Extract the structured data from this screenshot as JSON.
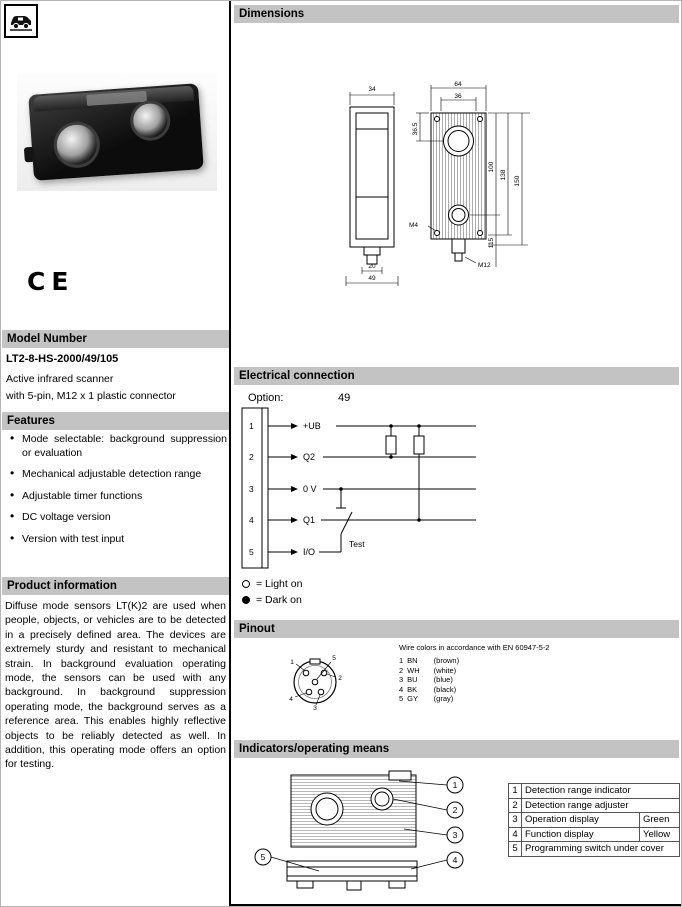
{
  "sidebar": {
    "ce_mark": "CE",
    "model_number": {
      "header": "Model Number",
      "value": "LT2-8-HS-2000/49/105",
      "line1": "Active infrared scanner",
      "line2": "with 5-pin, M12 x 1 plastic connector"
    },
    "features": {
      "header": "Features",
      "items": [
        "Mode selectable: background suppression or evaluation",
        "Mechanical adjustable detection range",
        "Adjustable timer functions",
        "DC voltage version",
        "Version with test input"
      ]
    },
    "product_information": {
      "header": "Product information",
      "text": "Diffuse mode sensors LT(K)2 are used when people, objects, or vehicles are to be detected in a precisely defined area. The devices are extremely sturdy and resistant to mechanical strain. In background evaluation operating mode, the sensors can be used with any background. In background suppression operating mode, the background serves as a reference area. This enables highly reflective objects to be reliably detected as well. In addition, this operating mode offers an option for testing."
    }
  },
  "dimensions": {
    "header": "Dimensions",
    "labels": {
      "side_width": "34",
      "foot_width": "20",
      "base_width": "49",
      "front_width": "64",
      "lens_span": "36",
      "lens_offset": "36.5",
      "h100": "100",
      "h138": "138",
      "h150": "150",
      "h115": "115",
      "m4": "M4",
      "m12": "M12"
    }
  },
  "electrical": {
    "header": "Electrical connection",
    "option_label": "Option:",
    "option_value": "49",
    "pins": [
      {
        "num": "1",
        "label": "+UB"
      },
      {
        "num": "2",
        "label": "Q2"
      },
      {
        "num": "3",
        "label": "0 V"
      },
      {
        "num": "4",
        "label": "Q1"
      },
      {
        "num": "5",
        "label": "I/O"
      }
    ],
    "test_label": "Test",
    "legend": {
      "light_on": "= Light on",
      "dark_on": "= Dark on"
    }
  },
  "pinout": {
    "header": "Pinout",
    "note": "Wire colors in accordance with EN 60947-5-2",
    "wires": [
      {
        "pin": "1",
        "code": "BN",
        "color": "(brown)"
      },
      {
        "pin": "2",
        "code": "WH",
        "color": "(white)"
      },
      {
        "pin": "3",
        "code": "BU",
        "color": "(blue)"
      },
      {
        "pin": "4",
        "code": "BK",
        "color": "(black)"
      },
      {
        "pin": "5",
        "code": "GY",
        "color": "(gray)"
      }
    ],
    "connector_pins": [
      "1",
      "2",
      "3",
      "4",
      "5"
    ]
  },
  "indicators": {
    "header": "Indicators/operating means",
    "callouts": [
      "1",
      "2",
      "3",
      "4",
      "5"
    ],
    "table": [
      {
        "num": "1",
        "label": "Detection range indicator",
        "value": ""
      },
      {
        "num": "2",
        "label": "Detection range adjuster",
        "value": ""
      },
      {
        "num": "3",
        "label": "Operation display",
        "value": "Green"
      },
      {
        "num": "4",
        "label": "Function display",
        "value": "Yellow"
      },
      {
        "num": "5",
        "label": "Programming switch under cover",
        "value": ""
      }
    ]
  },
  "colors": {
    "header_bar": "#c3c3c3",
    "green": "Green",
    "yellow": "Yellow"
  }
}
